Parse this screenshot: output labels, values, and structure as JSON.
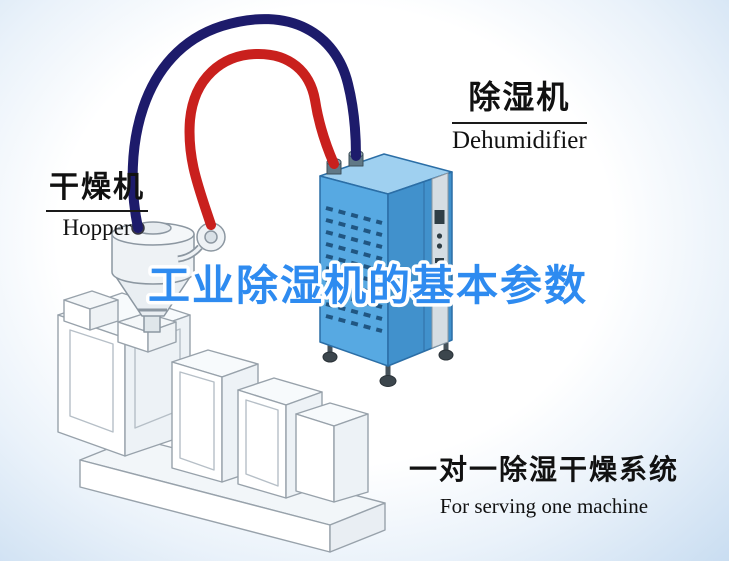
{
  "labels": {
    "hopper": {
      "zh": "干燥机",
      "en": "Hopper"
    },
    "dehumidifier": {
      "zh": "除湿机",
      "en": "Dehumidifier"
    },
    "system": {
      "zh": "一对一除湿干燥系统",
      "en": "For serving one machine"
    }
  },
  "title": {
    "text": "工业除湿机的基本参数",
    "color": "#2e8bf0"
  },
  "colors": {
    "pipe_dark": "#1d1b6b",
    "pipe_red": "#c9201d",
    "machine_front": "#57a9e2",
    "machine_side": "#4191cc",
    "machine_top": "#9fd0f0",
    "machine_outline": "#2b6ea6",
    "line_art": "#98a2ab",
    "background_edge": "#c9ddf1"
  }
}
